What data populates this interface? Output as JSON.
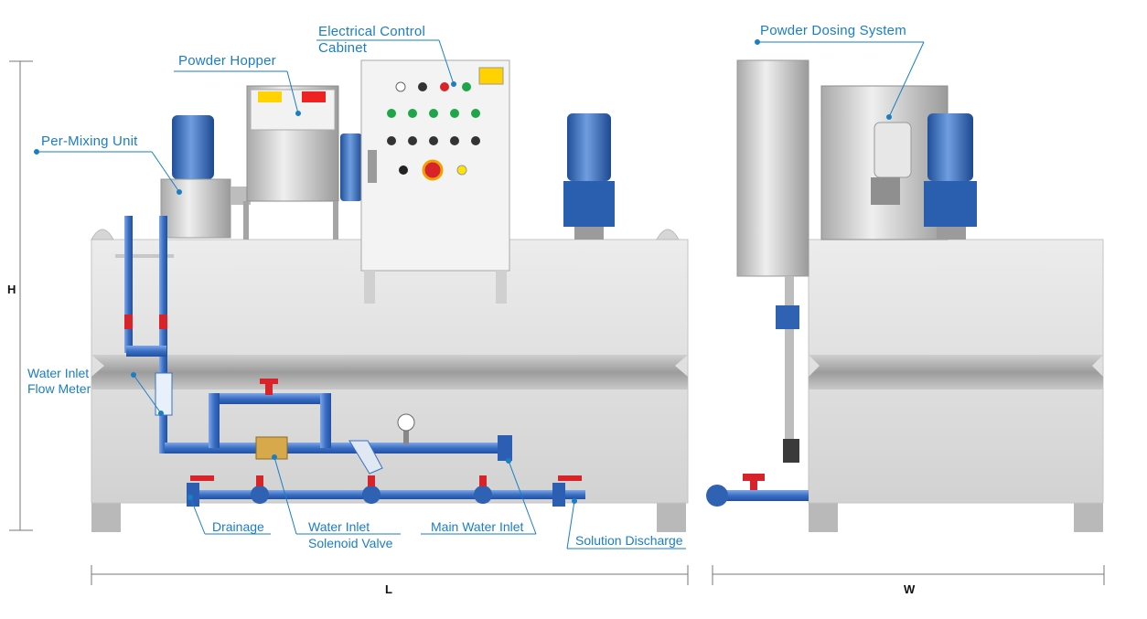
{
  "labels": {
    "electrical_control_cabinet_1": "Electrical Control",
    "electrical_control_cabinet_2": "Cabinet",
    "powder_hopper": "Powder Hopper",
    "per_mixing_unit": "Per-Mixing Unit",
    "water_inlet_flow_meter_1": "Water Inlet",
    "water_inlet_flow_meter_2": "Flow Meter",
    "drainage": "Drainage",
    "water_inlet_solenoid_valve_1": "Water Inlet",
    "water_inlet_solenoid_valve_2": "Solenoid Valve",
    "main_water_inlet": "Main Water Inlet",
    "solution_discharge": "Solution Discharge",
    "powder_dosing_system": "Powder Dosing System"
  },
  "dimensions": {
    "height": "H",
    "length": "L",
    "width": "W"
  },
  "colors": {
    "callout": "#1a7ec4",
    "pipe": "#3a74c8",
    "valve": "#d8232a",
    "tank": "#dedede",
    "motor": "#2f62b3"
  }
}
